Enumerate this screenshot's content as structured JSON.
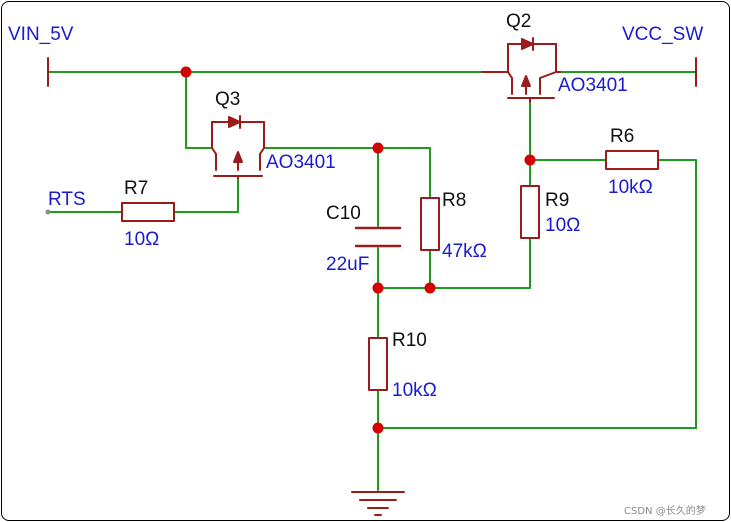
{
  "colors": {
    "wire": "#1f9a1f",
    "component": "#9b1b1b",
    "junction": "#d40000",
    "net_label": "#1a1ad0",
    "value_text": "#1a1ad0",
    "ref_text": "#101010"
  },
  "nets": {
    "vin": "VIN_5V",
    "vcc": "VCC_SW",
    "rts": "RTS"
  },
  "components": {
    "q2": {
      "ref": "Q2",
      "value": "AO3401"
    },
    "q3": {
      "ref": "Q3",
      "value": "AO3401"
    },
    "r6": {
      "ref": "R6",
      "value": "10kΩ"
    },
    "r7": {
      "ref": "R7",
      "value": "10Ω"
    },
    "r8": {
      "ref": "R8",
      "value": "47kΩ"
    },
    "r9": {
      "ref": "R9",
      "value": "10Ω"
    },
    "r10": {
      "ref": "R10",
      "value": "10kΩ"
    },
    "c10": {
      "ref": "C10",
      "value": "22uF"
    }
  },
  "watermark": "CSDN @长久的梦"
}
